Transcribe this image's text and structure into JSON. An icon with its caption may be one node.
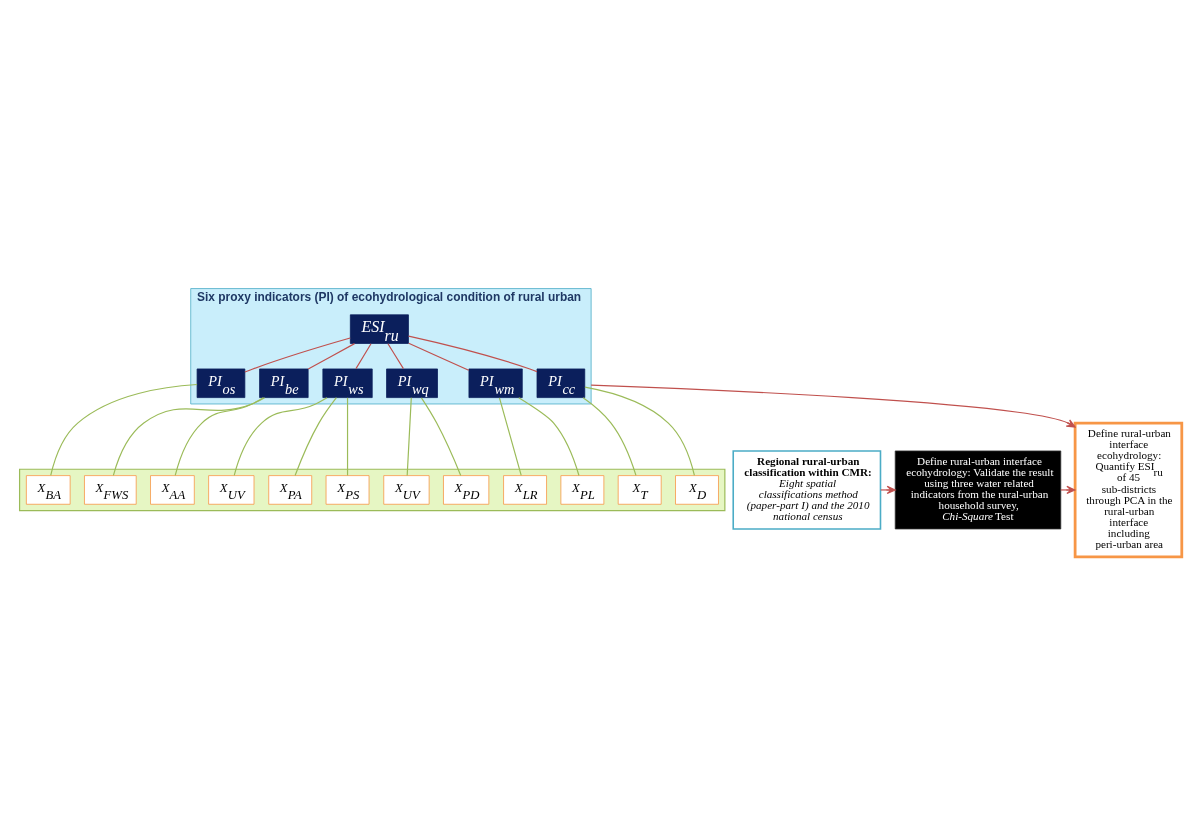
{
  "diagram": {
    "nodes": [
      {
        "text": [
          "Six proxy indicators (PI) of ecohydrological condition of rural urban"
        ]
      },
      {
        "text": [
          "ESI$_{ru}$"
        ],
        "in": 0
      },
      {
        "text": [
          "PI$_{os}$"
        ],
        "in": 0
      },
      {
        "text": [
          "PI$_{be}$"
        ],
        "in": 0
      },
      {
        "text": [
          "PI$_{ws}$"
        ],
        "in": 0
      },
      {
        "text": [
          "PI$_{wq}$"
        ],
        "in": 0
      },
      {
        "text": [
          "PI$_{wm}$"
        ],
        "in": 0
      },
      {
        "text": [
          "PI$_{cc}$"
        ],
        "in": 0
      },
      {
        "text": [],
        "shape": "box"
      },
      {
        "text": [
          "X$_{BA}$"
        ],
        "in": 8
      },
      {
        "text": [
          "X$_{FWS}$"
        ],
        "in": 8
      },
      {
        "text": [
          "X$_{AA}$"
        ],
        "in": 8
      },
      {
        "text": [
          "X$_{PS}$"
        ],
        "in": 8
      },
      {
        "text": [
          "X$_{PA}$"
        ],
        "in": 8
      },
      {
        "text": [
          "X$_{UV}$"
        ],
        "in": 8
      },
      {
        "text": [
          "X$_{PD}$"
        ],
        "in": 8
      },
      {
        "text": [
          "X$_{UV}$"
        ],
        "in": 8
      },
      {
        "text": [
          "X$_{PL}$"
        ],
        "in": 8
      },
      {
        "text": [
          "X$_{LR}$"
        ],
        "in": 8
      },
      {
        "text": [
          "X$_{D}$"
        ],
        "in": 8
      },
      {
        "text": [
          "X$_{T}$"
        ],
        "in": 8
      },
      {
        "text": [
          "Define rural-urban interface ecohydrology: Quantify ESI$_{ru}$ of 45 sub-districts through PCA in the rural-urban interface including peri-urban area"
        ]
      },
      {
        "text": [
          "Regional rural-urban classification within CMR:",
          "Eight spatial classifications method (paper-part I) and the 2010 national census"
        ]
      },
      {
        "text": [
          "Define rural-urban interface ecohydrology: Validate the result using three water related indicators from the rural-urban household survey, *Chi-Square* Test"
        ]
      }
    ],
    "edges": [
      {
        "from": 1,
        "to": 2,
        "arrow": "none",
        "color": "#c0504d"
      },
      {
        "from": 1,
        "to": 3,
        "arrow": "none",
        "color": "#c0504d"
      },
      {
        "from": 1,
        "to": 4,
        "arrow": "none",
        "color": "#c0504d"
      },
      {
        "from": 1,
        "to": 5,
        "arrow": "none",
        "color": "#c0504d"
      },
      {
        "from": 1,
        "to": 6,
        "arrow": "none",
        "color": "#c0504d"
      },
      {
        "from": 1,
        "to": 7,
        "arrow": "none",
        "color": "#c0504d"
      },
      {
        "from": 2,
        "to": 9,
        "arrow": "none"
      },
      {
        "from": 3,
        "to": 10,
        "arrow": "none"
      },
      {
        "from": 3,
        "to": 11,
        "arrow": "none"
      },
      {
        "from": 4,
        "to": 12,
        "arrow": "none"
      },
      {
        "from": 4,
        "to": 13,
        "arrow": "none"
      },
      {
        "from": 4,
        "to": 14,
        "arrow": "none"
      },
      {
        "from": 5,
        "to": 15,
        "arrow": "none"
      },
      {
        "from": 5,
        "to": 16,
        "arrow": "none"
      },
      {
        "from": 6,
        "to": 17,
        "arrow": "none"
      },
      {
        "from": 6,
        "to": 18,
        "arrow": "none"
      },
      {
        "from": 7,
        "to": 19,
        "arrow": "none"
      },
      {
        "from": 7,
        "to": 20,
        "arrow": "none"
      },
      {
        "from": 0,
        "to": 21,
        "arrow": "to",
        "color": "#c0504d"
      },
      {
        "from": 22,
        "to": 23,
        "arrow": "to",
        "color": "#c0504d"
      },
      {
        "from": 23,
        "to": 21,
        "arrow": "to",
        "color": "#c0504d"
      }
    ]
  }
}
